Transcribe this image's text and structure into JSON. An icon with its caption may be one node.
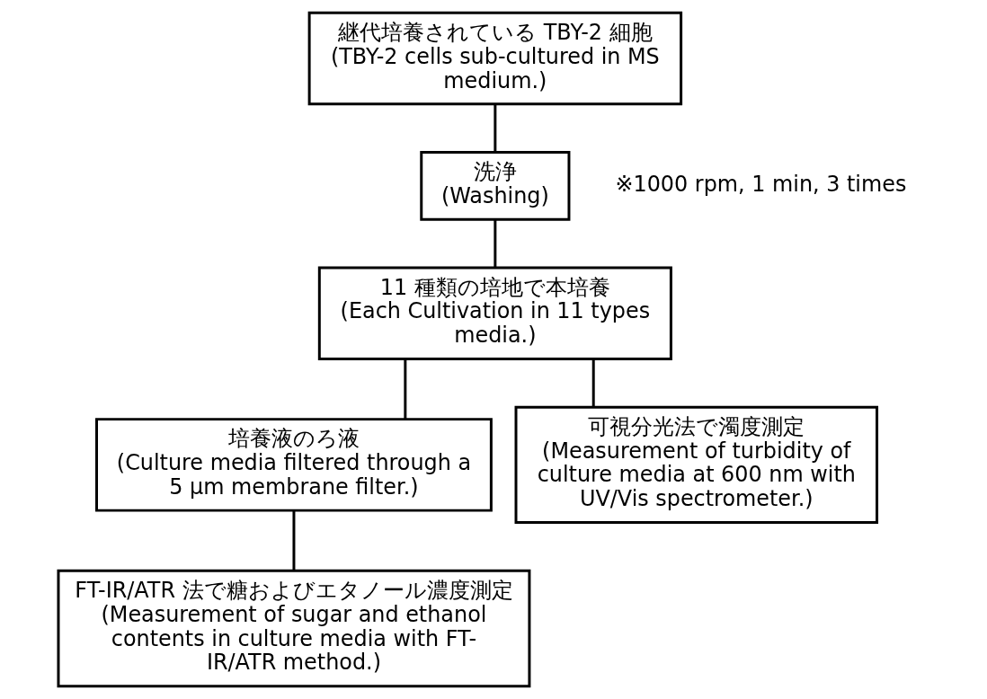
{
  "diagram": {
    "nodes": [
      {
        "text": [
          "継代培養されている TBY-2 細胞",
          "(TBY-2 cells sub-cultured in MS medium.)"
        ]
      },
      {
        "text": [
          "洗浄",
          "(Washing)"
        ],
        "beside": [
          "※1000 rpm, 1 min, 3 times"
        ]
      },
      {
        "text": [
          "11 種類の培地で本培養",
          "(Each Cultivation in 11 types media.)"
        ]
      },
      {
        "text": [
          "培養液のろ液",
          "(Culture media filtered through a 5 μm membrane filter.)"
        ]
      },
      {
        "text": [
          "可視分光法で濁度測定",
          "(Measurement of turbidity of culture media at 600 nm with UV/Vis spectrometer.)"
        ]
      },
      {
        "text": [
          "FT-IR/ATR 法で糖およびエタノール濃度測定",
          "(Measurement of sugar and ethanol contents in culture media with FT-IR/ATR method.)"
        ]
      }
    ],
    "edges": [
      {
        "from": 0,
        "to": 1,
        "arrow": "none"
      },
      {
        "from": 1,
        "to": 2,
        "arrow": "none"
      },
      {
        "from": 2,
        "to": 3,
        "arrow": "none"
      },
      {
        "from": 2,
        "to": 4,
        "arrow": "none"
      },
      {
        "from": 3,
        "to": 5,
        "arrow": "none"
      }
    ]
  }
}
